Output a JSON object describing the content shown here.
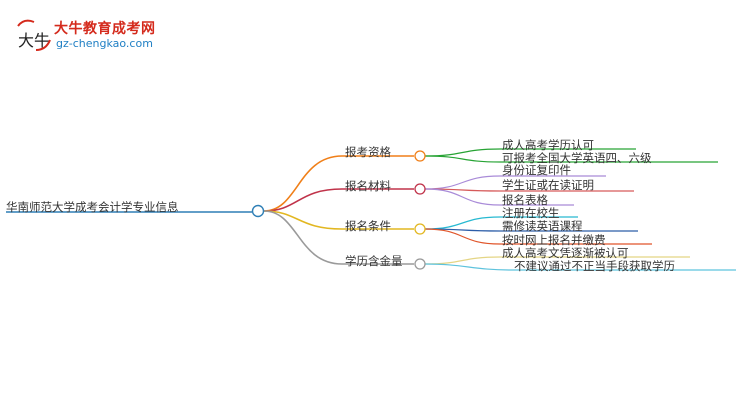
{
  "logo": {
    "brand_name": "大牛教育成考网",
    "url": "gz-chengkao.com",
    "mark_text": "大牛"
  },
  "root": {
    "label": "华南师范大学成考会计学专业信息",
    "color": "#2f7fb6"
  },
  "branches": [
    {
      "label": "报考资格",
      "color": "#f07f18",
      "leaves": [
        {
          "label": "成人高考学历认可",
          "color": "#27a334"
        },
        {
          "label": "可报考全国大学英语四、六级",
          "color": "#27a334"
        }
      ]
    },
    {
      "label": "报名材料",
      "color": "#c0334a",
      "leaves": [
        {
          "label": "身份证复印件",
          "color": "#a98bd8"
        },
        {
          "label": "学生证或在读证明",
          "color": "#d65a5a"
        },
        {
          "label": "报名表格",
          "color": "#a98bd8"
        }
      ]
    },
    {
      "label": "报名条件",
      "color": "#e2b721",
      "leaves": [
        {
          "label": "注册在校生",
          "color": "#27b9d1"
        },
        {
          "label": "需修读英语课程",
          "color": "#2c5da8"
        },
        {
          "label": "按时网上报名并缴费",
          "color": "#e0552a"
        }
      ]
    },
    {
      "label": "学历含金量",
      "color": "#9a9a9a",
      "leaves": [
        {
          "label": "成人高考文凭逐渐被认可",
          "color": "#e4d585"
        },
        {
          "label": "不建议通过不正当手段获取学历",
          "color": "#5ec3dd"
        }
      ]
    }
  ]
}
